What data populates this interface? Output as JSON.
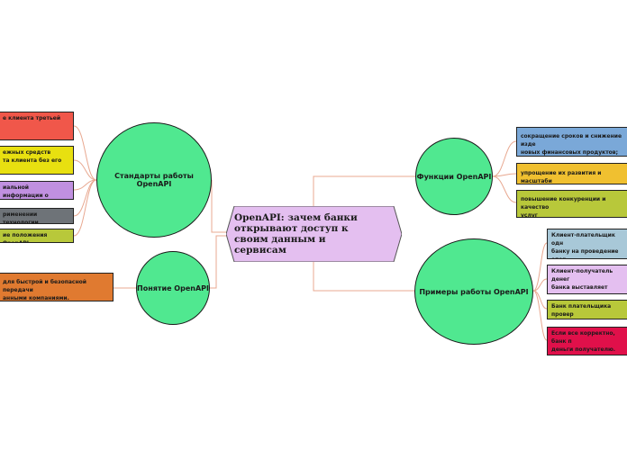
{
  "colors": {
    "background": "#ffffff",
    "circle_fill": "#50e890",
    "central_fill": "#e4bff0",
    "connector": "#e8a890"
  },
  "central": {
    "title": "OpenAPI: зачем банки открывают доступ к своим данным и сервисам"
  },
  "nodes": {
    "standards": {
      "label": "Стандарты работы OpenAPI"
    },
    "concept": {
      "label": "Понятие OpenAPI"
    },
    "functions": {
      "label": "Функции OpenAPI"
    },
    "examples": {
      "label": "Примеры работы OpenAPI"
    }
  },
  "standards_leaves": [
    {
      "text": "е клиента третьей",
      "color": "#f0574a"
    },
    {
      "text": "ежных средств\nта клиента без его",
      "color": "#e8e010"
    },
    {
      "text": "иальной информации о",
      "color": "#c090e0"
    },
    {
      "text": "рименении технологии",
      "color": "#6e7378"
    },
    {
      "text": "ие положения OpenAPI.",
      "color": "#b8c83a"
    }
  ],
  "concept_leaves": [
    {
      "text": "для быстрой и безопасной передачи\nанными компаниями.",
      "color": "#e07a30"
    }
  ],
  "functions_leaves": [
    {
      "text": "сокращение сроков и снижение изде\nновых финансовых продуктов;",
      "color": "#7aa8d8"
    },
    {
      "text": "упрощение их развития и масштаби",
      "color": "#f0c030"
    },
    {
      "text": "повышение конкуренции и качество\nуслуг",
      "color": "#b8c83a"
    }
  ],
  "examples_leaves": [
    {
      "text": "Клиент-плательщик одн\nбанку на проведение опер\nсобственного участия в р",
      "color": "#a8c8d8"
    },
    {
      "text": "Клиент-получатель денег\nбанка выставляет платежн\nплательщику.",
      "color": "#e4bff0"
    },
    {
      "text": "Банк плательщика провер\nплатежного требования и",
      "color": "#b8c83a"
    },
    {
      "text": "Если все корректно, банк п\nденьги получателю.",
      "color": "#e0104a"
    }
  ]
}
